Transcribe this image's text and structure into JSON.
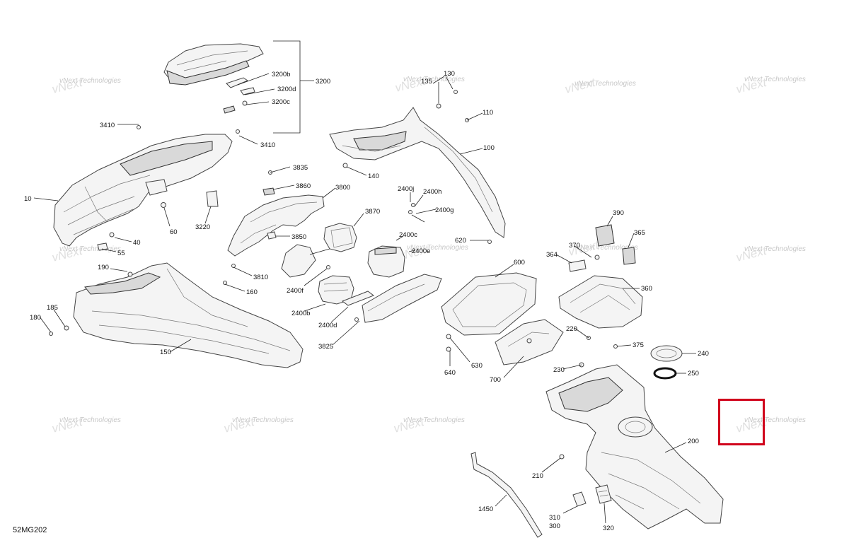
{
  "diagram_code": "52MG202",
  "watermark_text": "vNext Technologies",
  "highlight_color": "#d0021b",
  "labels": {
    "l10": "10",
    "l40": "40",
    "l55": "55",
    "l60": "60",
    "l3220": "3220",
    "l3410a": "3410",
    "l3410b": "3410",
    "l3200": "3200",
    "l3200b": "3200b",
    "l3200d": "3200d",
    "l3200c": "3200c",
    "l3835": "3835",
    "l3860": "3860",
    "l3800": "3800",
    "l3870": "3870",
    "l3850": "3850",
    "l3810": "3810",
    "l160": "160",
    "l2400f": "2400f",
    "l2400b": "2400b",
    "l2400d": "2400d",
    "l3825": "3825",
    "l2400c": "2400c",
    "l2400e": "2400e",
    "l2400j": "2400j",
    "l2400h": "2400h",
    "l2400g": "2400g",
    "l130": "130",
    "l135": "135",
    "l110": "110",
    "l100": "100",
    "l140": "140",
    "l620": "620",
    "l600": "600",
    "l630": "630",
    "l640": "640",
    "l700": "700",
    "l190": "190",
    "l185": "185",
    "l180": "180",
    "l150": "150",
    "l390": "390",
    "l365": "365",
    "l370": "370",
    "l364": "364",
    "l360": "360",
    "l220": "220",
    "l375": "375",
    "l240": "240",
    "l250": "250",
    "l230": "230",
    "l200": "200",
    "l210": "210",
    "l1450": "1450",
    "l310": "310",
    "l300": "300",
    "l320": "320"
  }
}
